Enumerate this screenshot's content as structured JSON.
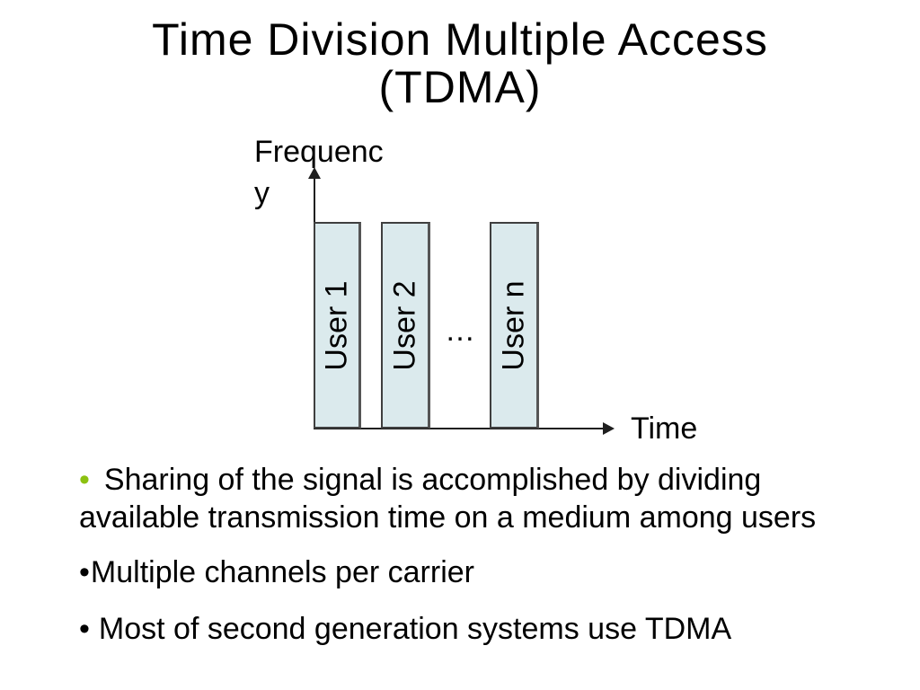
{
  "title": {
    "line1": "Time Division Multiple Access",
    "line2": "(TDMA)"
  },
  "diagram": {
    "y_axis_label_lines": [
      "Frequenc",
      "y"
    ],
    "x_axis_label": "Time",
    "ellipsis": "…",
    "bars": [
      {
        "label": "User 1"
      },
      {
        "label": "User 2"
      },
      {
        "label": "User n"
      }
    ],
    "colors": {
      "bar_fill": "#dbeaed",
      "bar_border": "#3f3f3f",
      "axis": "#1f1f1f"
    }
  },
  "bullets": [
    {
      "marker": "•",
      "marker_color": "#8cc110",
      "text": "Sharing of the signal is accomplished by dividing available transmission time on a medium among users"
    },
    {
      "marker": "•",
      "marker_color": "#000000",
      "text": "Multiple channels per carrier"
    },
    {
      "marker": "•",
      "marker_color": "#000000",
      "text": "Most of second generation systems use TDMA"
    }
  ]
}
